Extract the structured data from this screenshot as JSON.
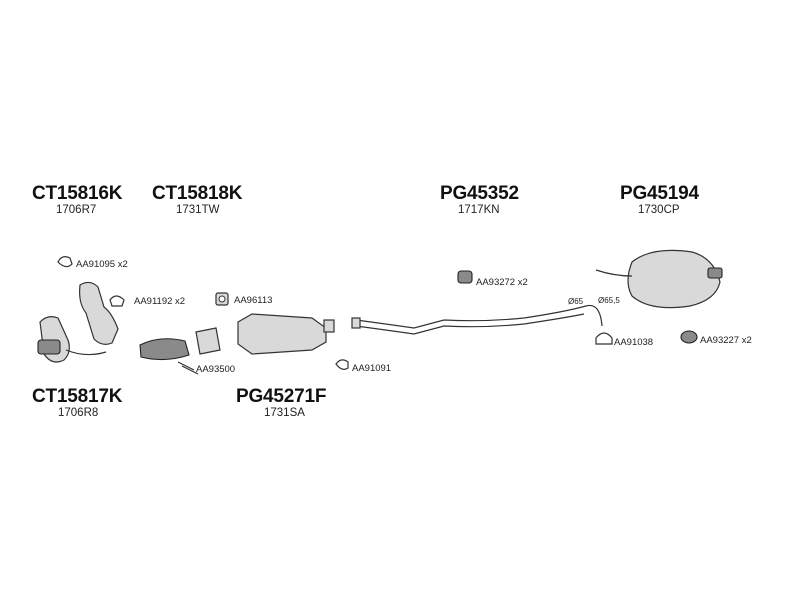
{
  "groups": [
    {
      "code": "CT15816K",
      "sub": "1706R7"
    },
    {
      "code": "CT15818K",
      "sub": "1731TW"
    },
    {
      "code": "PG45352",
      "sub": "1717KN"
    },
    {
      "code": "PG45194",
      "sub": "1730CP"
    },
    {
      "code": "CT15817K",
      "sub": "1706R8"
    },
    {
      "code": "PG45271F",
      "sub": "1731SA"
    }
  ],
  "labels": {
    "aa91095": "AA91095 x2",
    "aa91192": "AA91192 x2",
    "aa96113": "AA96113",
    "aa93500": "AA93500",
    "aa91091": "AA91091",
    "aa93272": "AA93272 x2",
    "aa91038": "AA91038",
    "aa93227": "AA93227 x2",
    "d65": "Ø65",
    "d655": "Ø65,5"
  }
}
